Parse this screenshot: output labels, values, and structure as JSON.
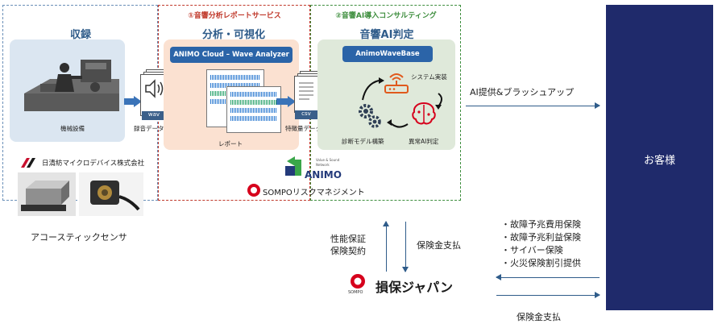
{
  "sections": {
    "collect": {
      "title": "収録"
    },
    "analysis": {
      "tag": "①音響分析レポートサービス",
      "title": "分析・可視化",
      "product": "ANIMO Cloud – Wave Analyzer",
      "report_label": "レポート"
    },
    "ai": {
      "tag": "②音響AI導入コンサルティング",
      "title": "音響AI判定",
      "product": "AnimoWaveBase",
      "system_label": "システム実装",
      "anomaly_label": "異常AI判定",
      "model_label": "診断モデル構築"
    }
  },
  "labels": {
    "machine": "機械設備",
    "wav": "wav",
    "recorded_data": "録音データ",
    "csv": "csv",
    "feature_data": "特徴量データ",
    "ai_offer": "AI提供&ブラッシュアップ",
    "customer": "お客様",
    "sensor": "アコースティックセンサ",
    "performance": [
      "性能保証",
      "保険契約"
    ],
    "claim_payment_left": "保険金支払",
    "insurance_items": [
      "・故障予兆費用保険",
      "・故障予兆利益保険",
      "・サイバー保険",
      "・火災保険割引提供"
    ],
    "claim_payment_bottom": "保険金支払"
  },
  "logos": {
    "nisshinbo": "日清紡マイクロデバイス株式会社",
    "animo": "ANIMO",
    "animo_small": [
      "Value & Sound",
      "Network"
    ],
    "sompo_risk": "SOMPOリスクマネジメント",
    "sompo_japan": "損保ジャパン",
    "sompo_small": "SOMPO"
  },
  "colors": {
    "customer_bg": "#1f2a6b",
    "arrow_blue": "#3a73b8",
    "sompo_red": "#d6001c",
    "animo_green": "#3aa64a",
    "animo_navy": "#233a7a"
  }
}
